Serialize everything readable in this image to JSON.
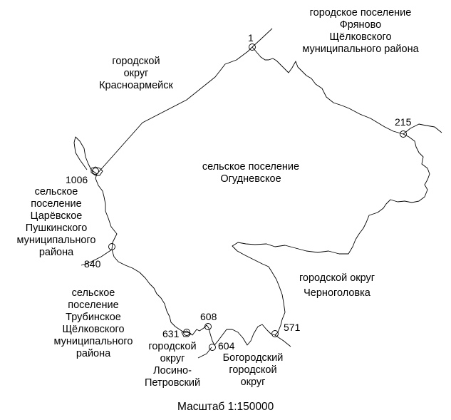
{
  "map": {
    "regions": {
      "center": [
        "сельское поселение",
        "Огудневское"
      ],
      "krasnoarmeysk": [
        "городской",
        "округ",
        "Красноармейск"
      ],
      "fryanovo": [
        "городское поселение",
        "Фряново",
        "Щёлковского",
        "муниципального района"
      ],
      "tsarevskoe": [
        "сельское",
        "поселение",
        "Царёвское",
        "Пушкинского",
        "муниципального",
        "района"
      ],
      "trubinskoe": [
        "сельское",
        "поселение",
        "Трубинское",
        "Щёлковского",
        "муниципального",
        "района"
      ],
      "losino": [
        "городской",
        "округ",
        "Лосино-",
        "Петровский"
      ],
      "chernogolovka": [
        "городской округ",
        "Черноголовка"
      ],
      "bogorodsky": [
        "Богородский",
        "городской",
        "округ"
      ]
    },
    "points": {
      "p1": "1",
      "p215": "215",
      "p1006": "1006",
      "p840": "840",
      "p608": "608",
      "p631": "631",
      "p604": "604",
      "p571": "571"
    },
    "scale": "Масштаб 1:150000",
    "line_color": "#000000"
  }
}
